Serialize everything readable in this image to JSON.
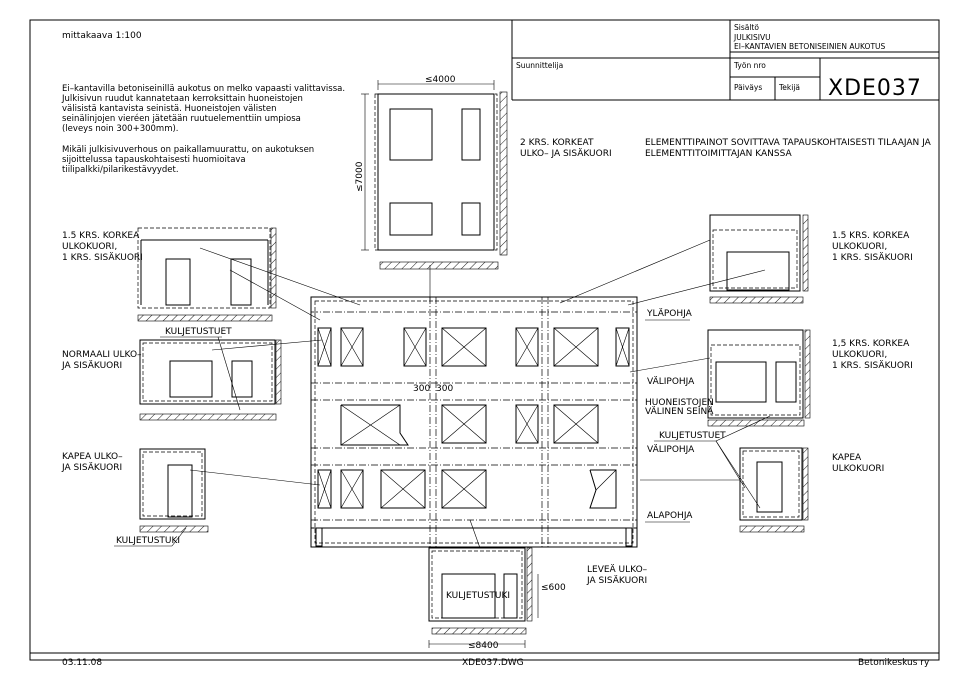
{
  "scale": "mittakaava  1:100",
  "notes": {
    "n1": "Ei–kantavilla betoniseinillä aukotus on melko vapaasti valittavissa.",
    "n2": "Julkisivun ruudut kannatetaan kerroksittain huoneistojen",
    "n3": "välisistä kantavista seinistä. Huoneistojen välisten",
    "n4": "seinälinjojen vieréen jätetään ruutuelementtiin umpiosa",
    "n5": "(leveys noin 300+300mm).",
    "m1": "Mikäli julkisivuverhous on paikallamuurattu, on aukotuksen",
    "m2": "sijoittelussa tapauskohtaisesti huomioitava",
    "m3": "tiilipalkki/pilarikestävyydet."
  },
  "titleblock": {
    "site_label": "Sisältö",
    "site_l1": "JULKISIVU",
    "site_l2": "EI–KANTAVIEN  BETONISEINIEN  AUKOTUS",
    "designer_label": "Suunnittelija",
    "job_label": "Työn  nro",
    "date_label": "Päiväys",
    "author_label": "Tekijä",
    "code": "XDE037"
  },
  "dims": {
    "w4000": "≤4000",
    "h7000": "≤7000",
    "d300": "300",
    "d300b": "300",
    "d600": "≤600",
    "d8400": "≤8400"
  },
  "labels": {
    "two_high_l1": "2  KRS.  KORKEAT",
    "two_high_l2": "ULKO–  JA  SISÄKUORI",
    "note_weights_l1": "ELEMENTTIPAINOT  SOVITTAVA  TAPAUSKOHTAISESTI  TILAAJAN  JA",
    "note_weights_l2": "ELEMENTTITOIMITTAJAN  KANSSA",
    "left15_l1": "1.5  KRS.  KORKEA",
    "left15_l2": "ULKOKUORI,",
    "left15_l3": "1  KRS.  SISÄKUORI",
    "right15_l1": "1.5  KRS.  KORKEA",
    "right15_l2": "ULKOKUORI,",
    "right15_l3": "1  KRS.  SISÄKUORI",
    "right15b_l1": "1,5  KRS.  KORKEA",
    "right15b_l2": "ULKOKUORI,",
    "right15b_l3": "1  KRS.  SISÄKUORI",
    "normal_l1": "NORMAALI  ULKO–",
    "normal_l2": "JA  SISÄKUORI",
    "narrow_l1": "KAPEA  ULKO–",
    "narrow_l2": "JA  SISÄKUORI",
    "narrow_r1": "KAPEA",
    "narrow_r2": "ULKOKUORI",
    "wide_l1": "LEVEÄ  ULKO–",
    "wide_l2": "JA  SISÄKUORI",
    "yläpohja": "YLÄPOHJA",
    "välipohja1": "VÄLIPOHJA",
    "apartment_l1": "HUONEISTOJEN",
    "apartment_l2": "VÄLINEN  SEINÄ",
    "välipohja2": "VÄLIPOHJA",
    "alapohja": "ALAPOHJA",
    "kuljetus_top": "KULJETUSTUET",
    "kuljetus_right": "KULJETUSTUET",
    "kuljetus_left": "KULJETUSTUKI",
    "kuljetus_bottom": "KULJETUSTUKI"
  },
  "footer": {
    "date": "03.11.08",
    "file": "XDE037.DWG",
    "company": "Betonikeskus  ry"
  }
}
